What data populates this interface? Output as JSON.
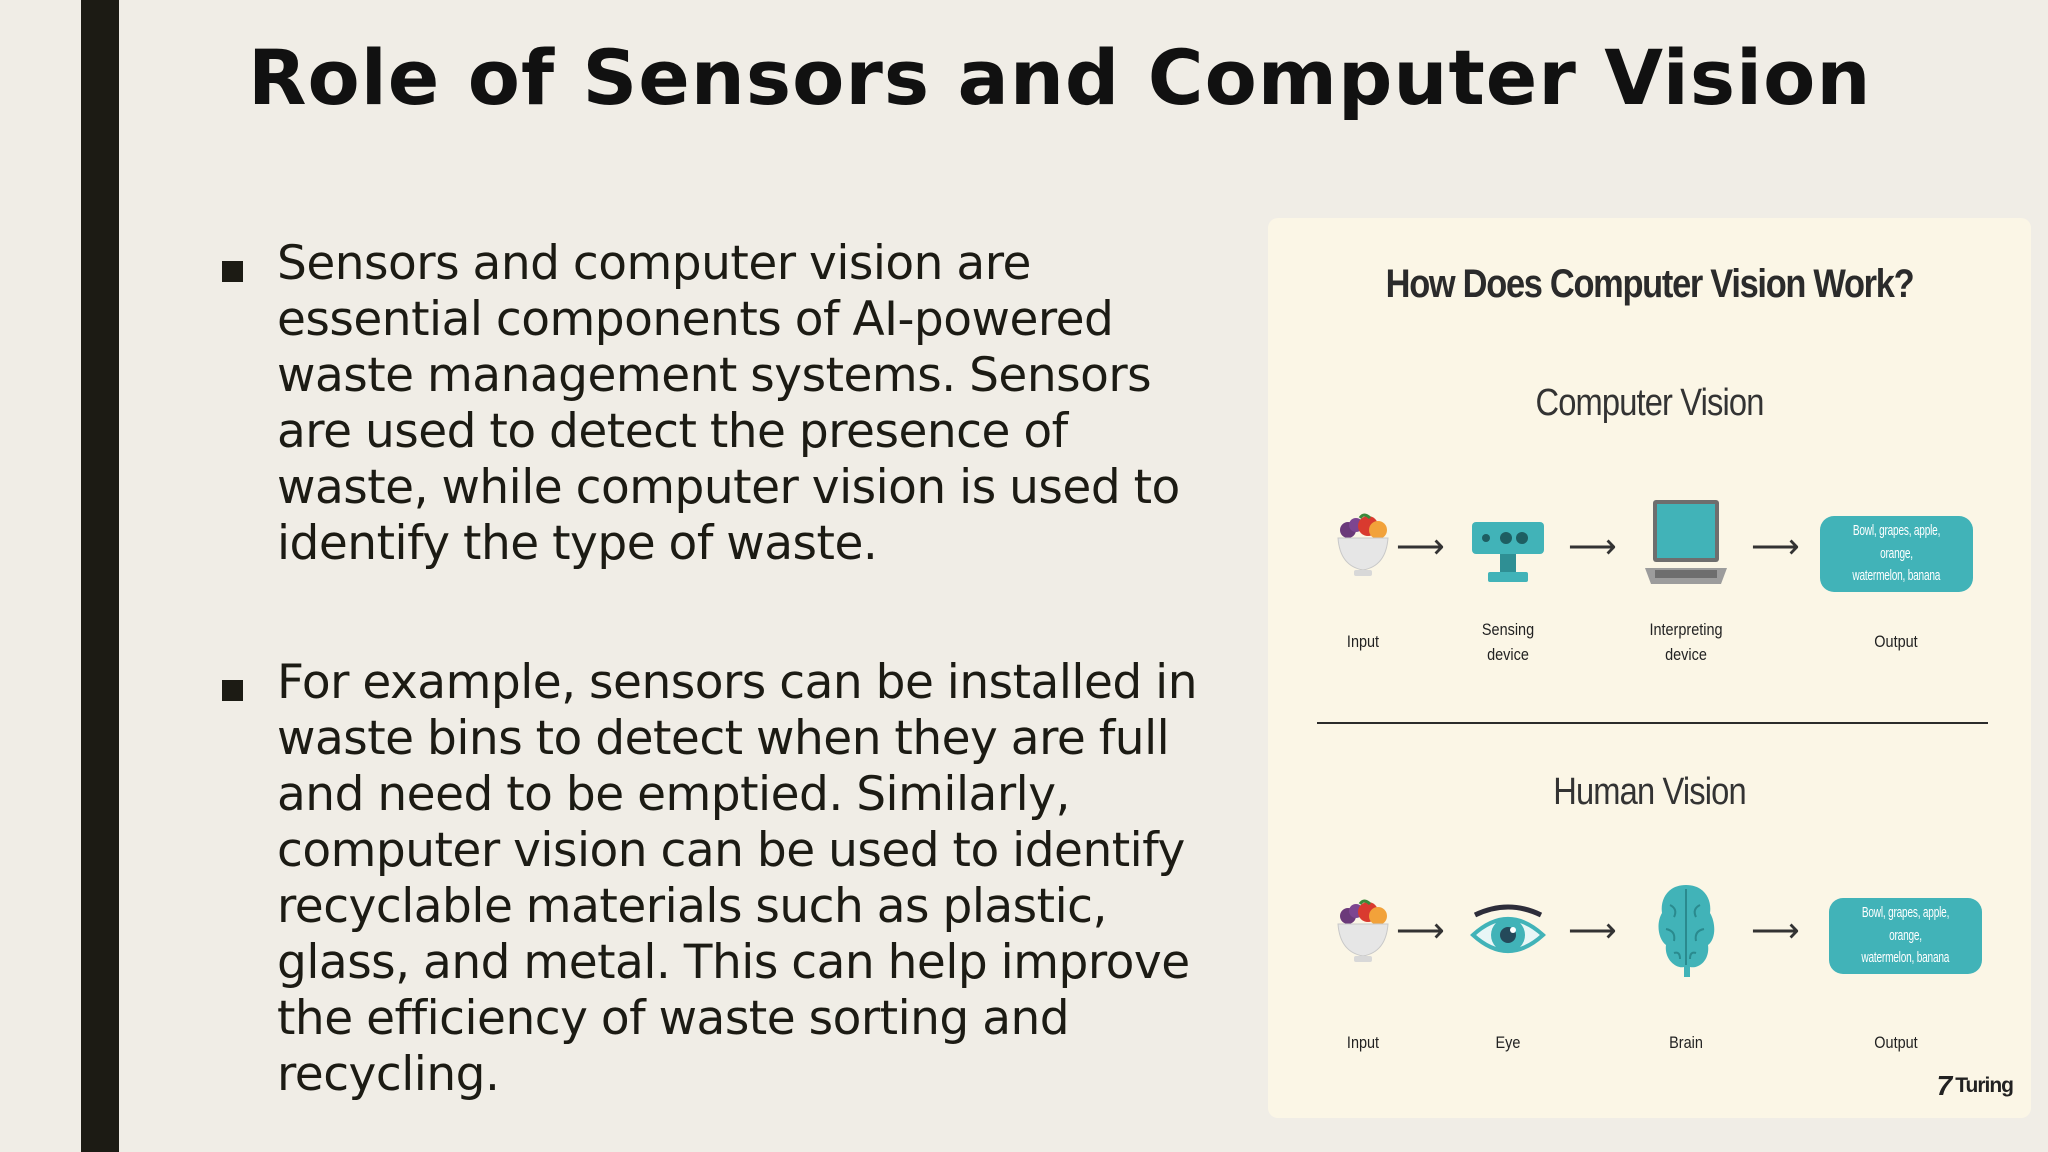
{
  "slide": {
    "title": "Role of Sensors and Computer Vision",
    "bullets": [
      "Sensors and computer vision are essential components of AI-powered waste management systems. Sensors are used to detect the presence of waste, while computer vision is used to identify the type of waste.",
      "For example, sensors can be installed in waste bins to detect when they are full and need to be emptied. Similarly, computer vision can be used to identify recyclable materials such as plastic, glass, and metal. This can help improve the efficiency of waste sorting and recycling."
    ]
  },
  "figure": {
    "title": "How Does Computer Vision Work?",
    "arrow": "⟶",
    "computer_vision": {
      "heading": "Computer Vision",
      "labels": {
        "input": "Input",
        "sensing_line1": "Sensing",
        "sensing_line2": "device",
        "interpreting_line1": "Interpreting",
        "interpreting_line2": "device",
        "output": "Output"
      },
      "output_line1": "Bowl, grapes, apple, orange,",
      "output_line2": "watermelon, banana"
    },
    "human_vision": {
      "heading": "Human Vision",
      "labels": {
        "input": "Input",
        "eye": "Eye",
        "brain": "Brain",
        "output": "Output"
      },
      "output_line1": "Bowl, grapes, apple, orange,",
      "output_line2": "watermelon, banana"
    },
    "brand": "Turing",
    "brand_mark": "7"
  },
  "colors": {
    "background": "#f0ede6",
    "accent_bar": "#1c1b14",
    "figure_bg": "#fbf6e6",
    "teal": "#41b3b8"
  },
  "icons": [
    "fruit-bowl-icon",
    "sensor-camera-icon",
    "laptop-icon",
    "eye-icon",
    "brain-icon",
    "arrow-icon",
    "bullet-square-icon"
  ]
}
